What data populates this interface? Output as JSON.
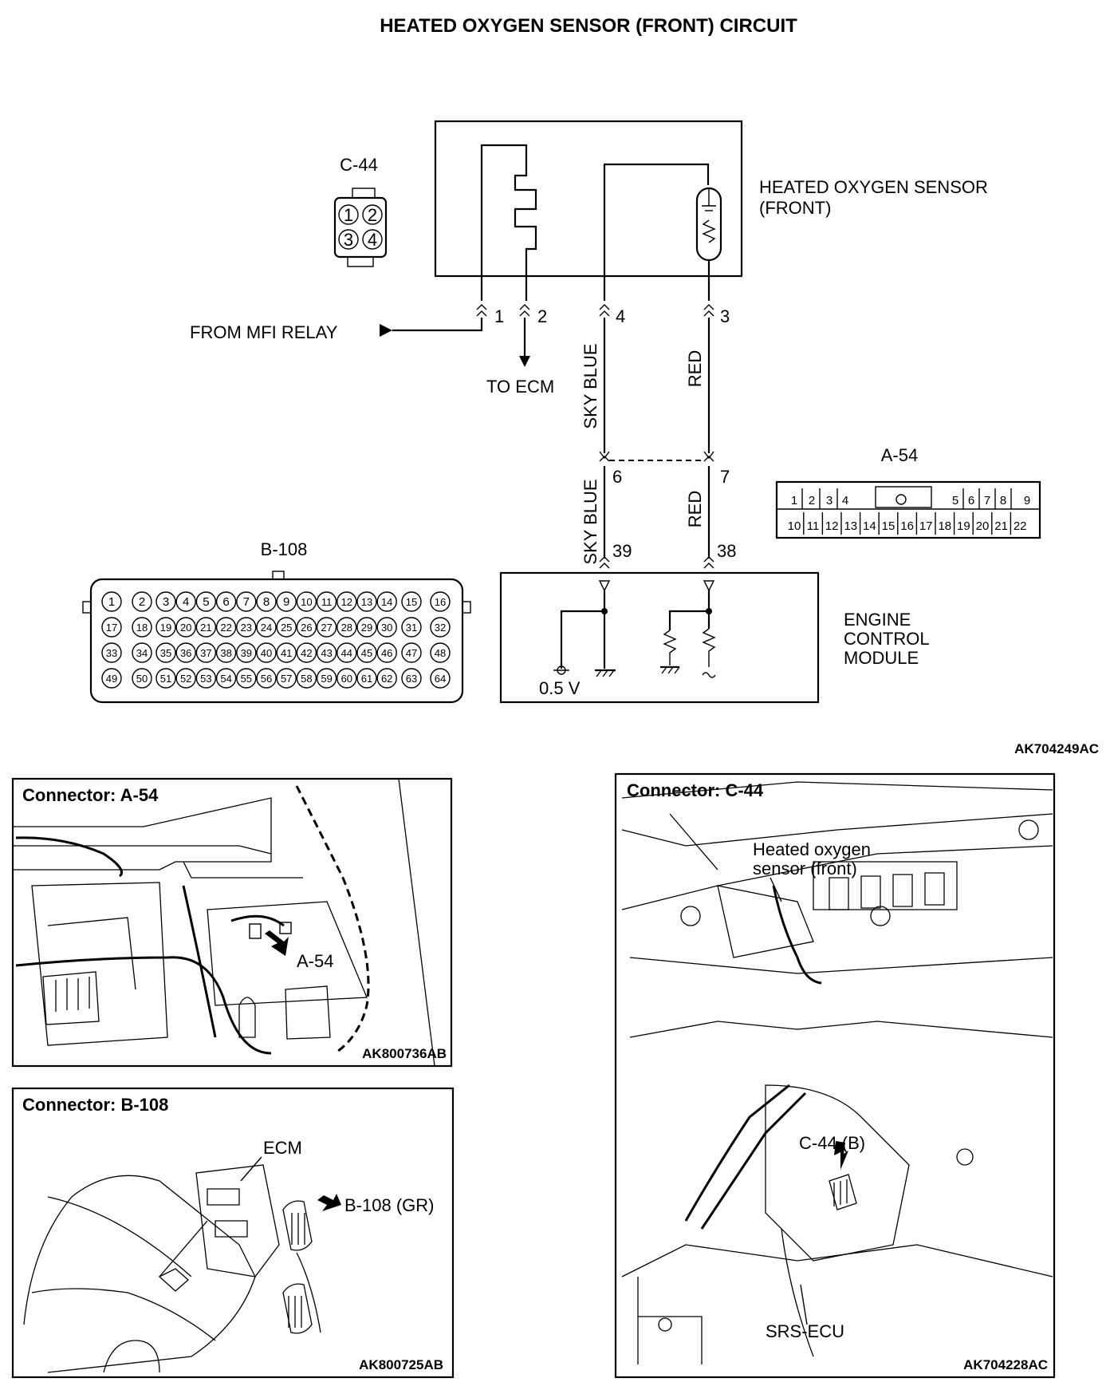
{
  "title": "HEATED OXYGEN SENSOR (FRONT) CIRCUIT",
  "figure_code_top": "AK704249AC",
  "sensor": {
    "line1": "HEATED OXYGEN SENSOR",
    "line2": "(FRONT)"
  },
  "ecm_block": {
    "line1": "ENGINE",
    "line2": "CONTROL",
    "line3": "MODULE",
    "voltage": "0.5 V"
  },
  "connectors": {
    "c44": {
      "name": "C-44",
      "pins": [
        "1",
        "2",
        "3",
        "4"
      ]
    },
    "a54": {
      "name": "A-54",
      "top_pins": [
        "1",
        "2",
        "3",
        "4",
        "5",
        "6",
        "7",
        "8",
        "9"
      ],
      "bottom_pins": [
        "10",
        "11",
        "12",
        "13",
        "14",
        "15",
        "16",
        "17",
        "18",
        "19",
        "20",
        "21",
        "22"
      ]
    },
    "b108": {
      "name": "B-108",
      "rows": [
        [
          "1",
          "2",
          "3",
          "4",
          "5",
          "6",
          "7",
          "8",
          "9",
          "10",
          "11",
          "12",
          "13",
          "14",
          "15",
          "16"
        ],
        [
          "17",
          "18",
          "19",
          "20",
          "21",
          "22",
          "23",
          "24",
          "25",
          "26",
          "27",
          "28",
          "29",
          "30",
          "31",
          "32"
        ],
        [
          "33",
          "34",
          "35",
          "36",
          "37",
          "38",
          "39",
          "40",
          "41",
          "42",
          "43",
          "44",
          "45",
          "46",
          "47",
          "48"
        ],
        [
          "49",
          "50",
          "51",
          "52",
          "53",
          "54",
          "55",
          "56",
          "57",
          "58",
          "59",
          "60",
          "61",
          "62",
          "63",
          "64"
        ]
      ]
    }
  },
  "wiring": {
    "from_mfi": "FROM MFI RELAY",
    "to_ecm": "TO ECM",
    "sensor_pins": [
      "1",
      "2",
      "4",
      "3"
    ],
    "mid_pins": [
      "6",
      "7"
    ],
    "ecm_pins": [
      "39",
      "38"
    ],
    "wire_sky_blue": "SKY BLUE",
    "wire_red": "RED"
  },
  "panels": {
    "a54": {
      "header": "Connector: A-54",
      "callout": "A-54",
      "code": "AK800736AB"
    },
    "b108": {
      "header": "Connector: B-108",
      "ecm": "ECM",
      "callout": "B-108 (GR)",
      "code": "AK800725AB"
    },
    "c44": {
      "header": "Connector: C-44",
      "sensor_line1": "Heated oxygen",
      "sensor_line2": "sensor (front)",
      "callout": "C-44 (B)",
      "srs": "SRS-ECU",
      "code": "AK704228AC"
    }
  }
}
